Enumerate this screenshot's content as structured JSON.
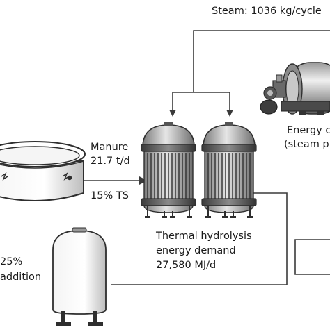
{
  "steam_label": "Steam: 1036 kg/cycle",
  "energy_source": {
    "line1": "Energy c",
    "line2": "(steam p"
  },
  "manure": {
    "name": "Manure",
    "rate": "21.7 t/d",
    "ts": "15% TS"
  },
  "thermal_hydrolysis": {
    "line1": "Thermal hydrolysis",
    "line2": "energy demand",
    "line3": "27,580 MJ/d"
  },
  "addition": {
    "line1": "25%",
    "line2": "addition"
  }
}
